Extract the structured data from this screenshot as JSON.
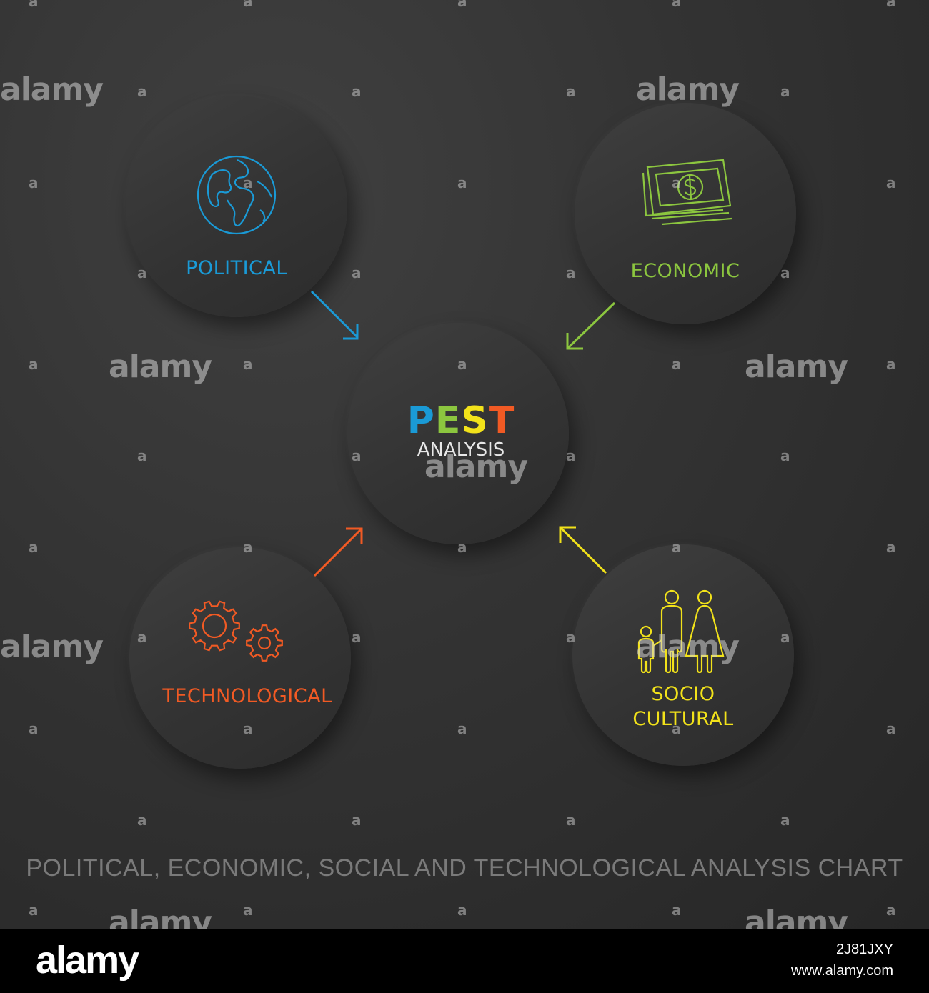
{
  "center": {
    "title_letters": [
      {
        "char": "P",
        "color": "#1a9ad6"
      },
      {
        "char": "E",
        "color": "#8cc63f"
      },
      {
        "char": "S",
        "color": "#f2e21a"
      },
      {
        "char": "T",
        "color": "#f15a24"
      }
    ],
    "subtitle": "ANALYSIS"
  },
  "nodes": [
    {
      "id": "political",
      "label": "POLITICAL",
      "color": "#1a9ad6",
      "icon": "globe-icon"
    },
    {
      "id": "economic",
      "label": "ECONOMIC",
      "color": "#8cc63f",
      "icon": "money-icon"
    },
    {
      "id": "technological",
      "label": "TECHNOLOGICAL",
      "color": "#f15a24",
      "icon": "gears-icon"
    },
    {
      "id": "socio",
      "label_lines": [
        "SOCIO",
        "CULTURAL"
      ],
      "color": "#f2e21a",
      "icon": "family-icon"
    }
  ],
  "caption": "POLITICAL, ECONOMIC, SOCIAL AND TECHNOLOGICAL ANALYSIS CHART",
  "watermark": {
    "logo_text": "alamy",
    "small_mark": "a",
    "image_id": "2J81JXY",
    "url": "www.alamy.com"
  }
}
